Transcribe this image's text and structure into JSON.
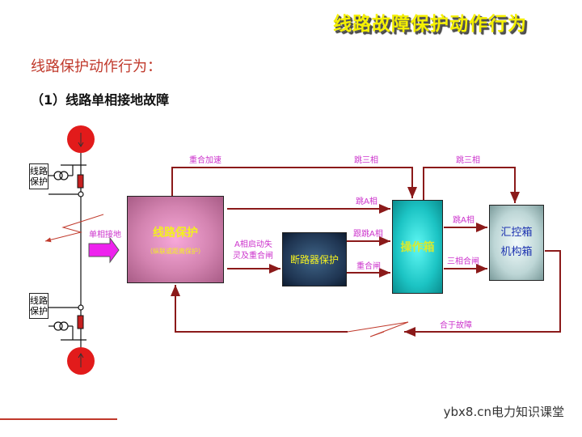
{
  "header": {
    "title": "线路故障保护动作行为"
  },
  "subtitle": "线路保护动作行为：",
  "section": "（1）线路单相接地故障",
  "left": {
    "protection_top": "线路保护",
    "protection_bottom": "线路保护",
    "fault_label": "单相接地"
  },
  "boxes": {
    "line_protection": {
      "title": "线路保护",
      "note": "（纵联或距离保护）"
    },
    "breaker_protection": "断路器保护",
    "operation_box": "操作箱",
    "control_box": [
      "汇控箱",
      "机构箱"
    ]
  },
  "labels": {
    "reclose_accel": "重合加速",
    "trip_three_1": "跳三相",
    "trip_three_2": "跳三相",
    "trip_a_1": "跳A相",
    "start_failure": [
      "A相启动失",
      "灵及重合闸"
    ],
    "follow_trip_a": "跟跳A相",
    "reclose": "重合闸",
    "trip_a_2": "跳A相",
    "three_phase_close": "三相合闸",
    "close_on_fault": "合于故障"
  },
  "watermark": "ybx8.cn电力知识课堂",
  "colors": {
    "wire": "#8b1a1a",
    "label": "#cc33cc",
    "title": "#f5f000",
    "fault_arrow": "#ee22ee"
  }
}
